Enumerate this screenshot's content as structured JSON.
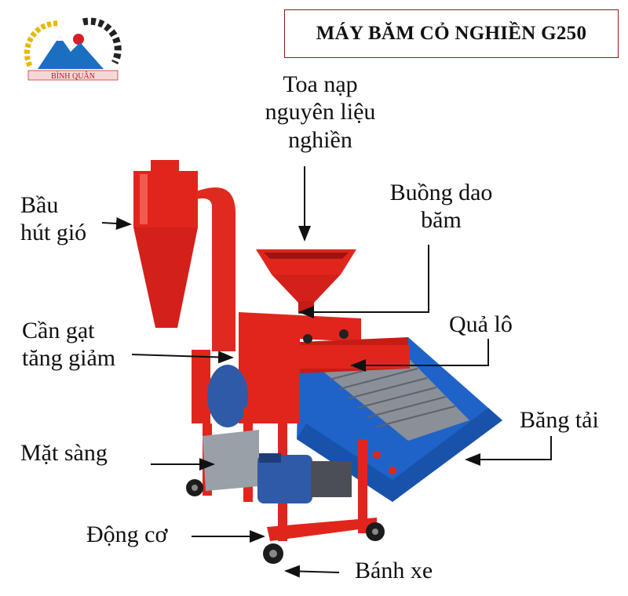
{
  "title": "MÁY BĂM CỎ NGHIỀN G250",
  "logo": {
    "name": "BÌNH QUÂN",
    "icon": "mountain-sun-gear-logo"
  },
  "labels": {
    "toa_nap": [
      "Toa nạp",
      "nguyên liệu",
      "nghiền"
    ],
    "buong_dao": [
      "Buồng dao",
      "băm"
    ],
    "bau_hut_gio": [
      "Bầu",
      "hút gió"
    ],
    "qua_lo": "Quả lô",
    "can_gat": [
      "Cần gạt",
      "tăng giảm"
    ],
    "bang_tai": "Băng tải",
    "mat_sang": "Mặt sàng",
    "dong_co": "Động cơ",
    "banh_xe": "Bánh xe"
  },
  "colors": {
    "machine_red": "#e0261c",
    "conveyor_blue": "#1f63c9",
    "motor_blue": "#2f5aa8",
    "title_border": "#8b1a1a",
    "arrow": "#111111"
  }
}
